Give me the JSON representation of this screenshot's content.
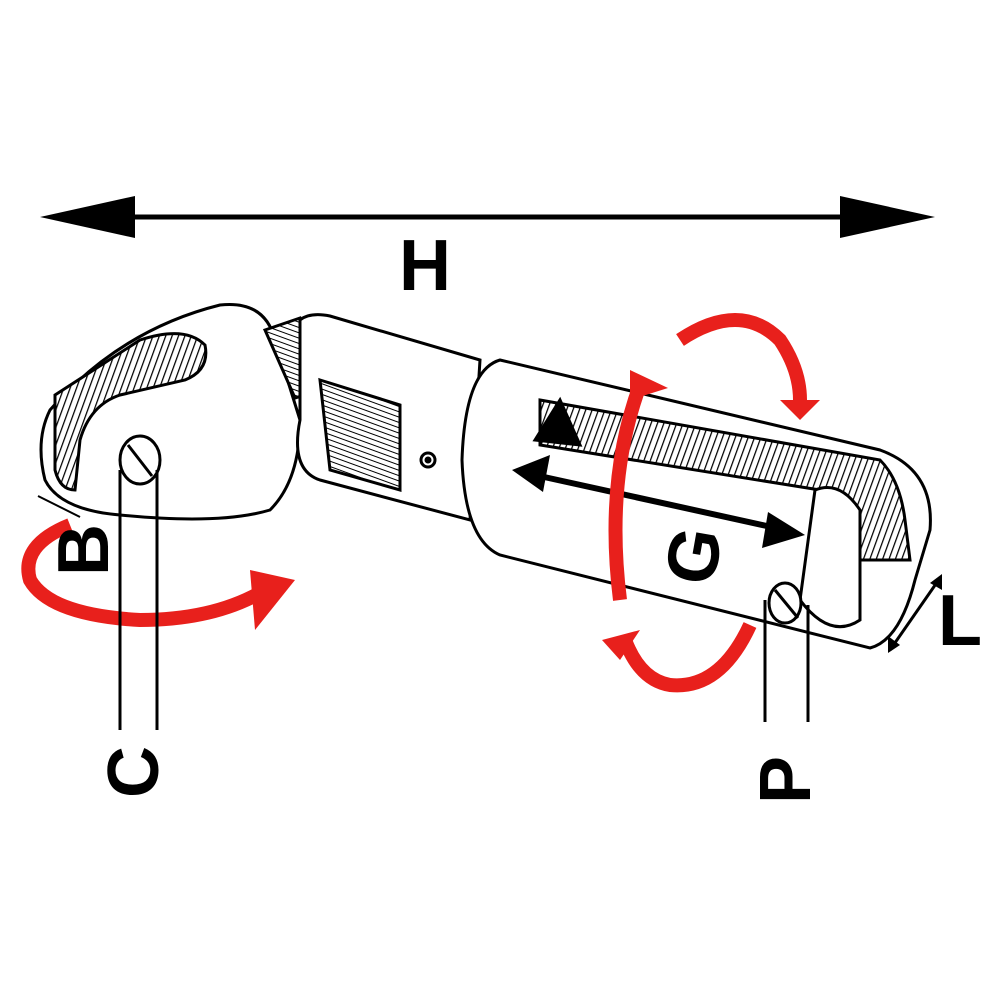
{
  "diagram": {
    "labels": {
      "overall_length": "H",
      "B": "B",
      "C": "C",
      "G": "G",
      "L": "L",
      "P": "P"
    },
    "colors": {
      "arrow_red": "#e8201c",
      "line": "#000000",
      "body": "#ffffff"
    }
  }
}
